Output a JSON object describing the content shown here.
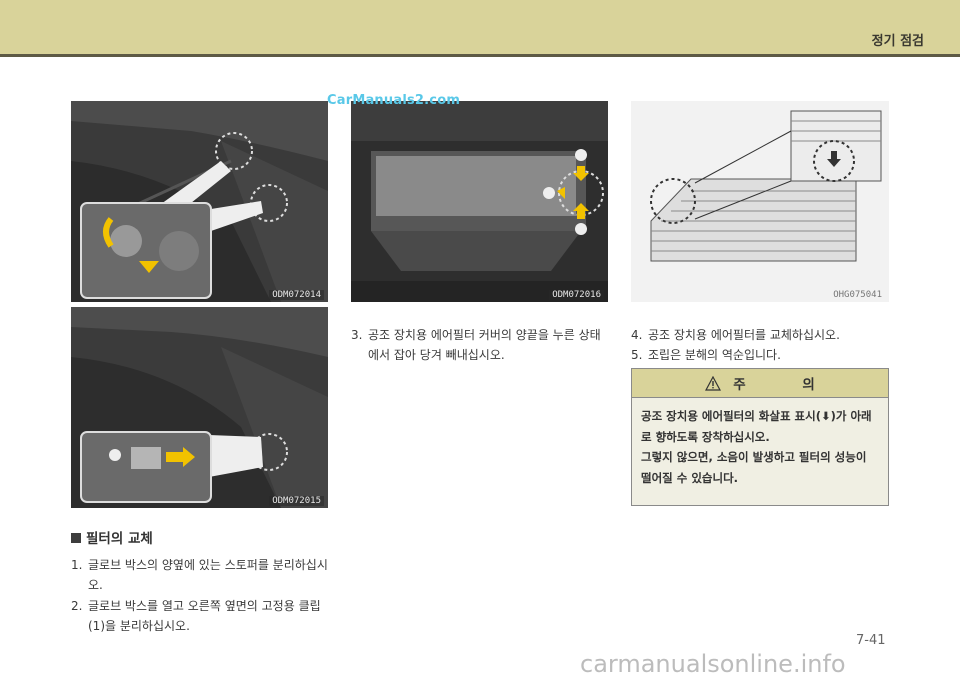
{
  "header": {
    "title": "정기 점검"
  },
  "watermark": "CarManuals2.com",
  "images": [
    {
      "code": "ODM072014"
    },
    {
      "code": "ODM072015"
    },
    {
      "code": "ODM072016"
    },
    {
      "code": "OHG075041"
    }
  ],
  "section": {
    "heading": "필터의 교체"
  },
  "steps": [
    {
      "num": "1.",
      "text": "글로브 박스의 양옆에 있는 스토퍼를 분리하십시오."
    },
    {
      "num": "2.",
      "text": "글로브 박스를 열고 오른쪽 옆면의 고정용 클립(1)을 분리하십시오."
    },
    {
      "num": "3.",
      "text": "공조 장치용 에어필터 커버의 양끝을 누른 상태에서 잡아 당겨 빼내십시오."
    },
    {
      "num": "4.",
      "text": "공조 장치용 에어필터를 교체하십시오."
    },
    {
      "num": "5.",
      "text": "조립은 분해의 역순입니다."
    }
  ],
  "caution": {
    "title": "주 의",
    "lines": [
      "공조 장치용 에어필터의 화살표 표시(⬇)가 아래로 향하도록 장착하십시오.",
      "그렇지 않으면, 소음이 발생하고 필터의 성능이 떨어질 수 있습니다."
    ]
  },
  "page_number": "7-41",
  "footer_site": "carmanualsonline.info"
}
